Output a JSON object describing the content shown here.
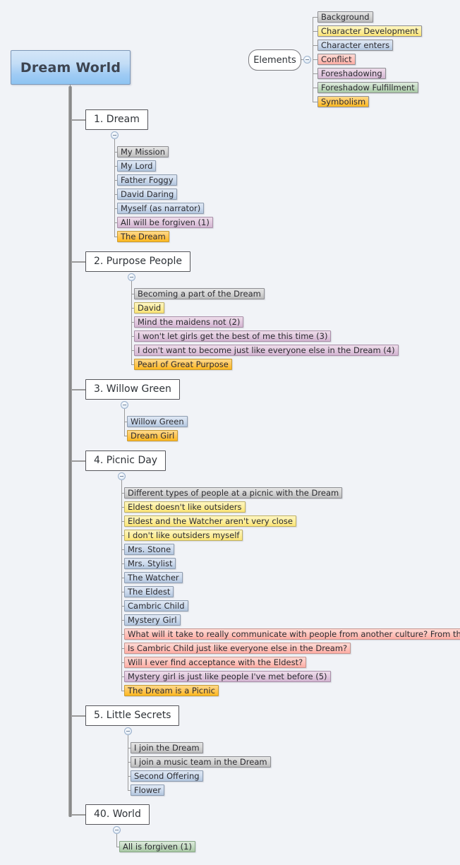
{
  "root": {
    "label": "Dream World"
  },
  "legend": {
    "node_label": "Elements",
    "items": [
      {
        "label": "Background",
        "type": "background"
      },
      {
        "label": "Character Development",
        "type": "chardev"
      },
      {
        "label": "Character enters",
        "type": "charenter"
      },
      {
        "label": "Conflict",
        "type": "conflict"
      },
      {
        "label": "Foreshadowing",
        "type": "foreshadow"
      },
      {
        "label": "Foreshadow Fulfillment",
        "type": "fulfill"
      },
      {
        "label": "Symbolism",
        "type": "symbolism"
      }
    ]
  },
  "colors": {
    "background_swatch": "#d6d6d6",
    "character_development": "#fdefa0",
    "character_enters": "#cfdcee",
    "conflict": "#ffc6bf",
    "foreshadowing": "#e3cbe0",
    "foreshadow_fulfillment": "#c7dcc5",
    "symbolism": "#ffc85d",
    "root_fill": "#9fcbf4",
    "canvas_background": "#f1f3f7",
    "trunk": "#7e7e7e"
  },
  "sections": [
    {
      "title": "1. Dream",
      "children": [
        {
          "label": "My Mission",
          "type": "background"
        },
        {
          "label": "My Lord",
          "type": "charenter"
        },
        {
          "label": "Father Foggy",
          "type": "charenter"
        },
        {
          "label": "David Daring",
          "type": "charenter"
        },
        {
          "label": "Myself (as narrator)",
          "type": "charenter"
        },
        {
          "label": "All will be forgiven (1)",
          "type": "foreshadow"
        },
        {
          "label": "The Dream",
          "type": "symbolism"
        }
      ]
    },
    {
      "title": "2. Purpose People",
      "children": [
        {
          "label": "Becoming a part of the Dream",
          "type": "background"
        },
        {
          "label": "David",
          "type": "chardev"
        },
        {
          "label": "Mind the maidens not (2)",
          "type": "foreshadow"
        },
        {
          "label": "I won't let girls get the best of me this time (3)",
          "type": "foreshadow"
        },
        {
          "label": "I don't want to become just like everyone else in the Dream (4)",
          "type": "foreshadow"
        },
        {
          "label": "Pearl of Great Purpose",
          "type": "symbolism"
        }
      ]
    },
    {
      "title": "3. Willow Green",
      "children": [
        {
          "label": "Willow Green",
          "type": "charenter"
        },
        {
          "label": "Dream Girl",
          "type": "symbolism"
        }
      ]
    },
    {
      "title": "4. Picnic Day",
      "children": [
        {
          "label": "Different types of people at a picnic with the Dream",
          "type": "background"
        },
        {
          "label": "Eldest doesn't like outsiders",
          "type": "chardev"
        },
        {
          "label": "Eldest and the Watcher aren't very close",
          "type": "chardev"
        },
        {
          "label": "I don't like outsiders myself",
          "type": "chardev"
        },
        {
          "label": "Mrs. Stone",
          "type": "charenter"
        },
        {
          "label": "Mrs. Stylist",
          "type": "charenter"
        },
        {
          "label": "The Watcher",
          "type": "charenter"
        },
        {
          "label": "The Eldest",
          "type": "charenter"
        },
        {
          "label": "Cambric Child",
          "type": "charenter"
        },
        {
          "label": "Mystery Girl",
          "type": "charenter"
        },
        {
          "label": "What will it take to really communicate with people from another culture?  From the dream?",
          "type": "conflict"
        },
        {
          "label": "Is Cambric Child just like everyone else in the Dream?",
          "type": "conflict"
        },
        {
          "label": "Will I ever find acceptance with the Eldest?",
          "type": "conflict"
        },
        {
          "label": "Mystery girl is just like people I've met before (5)",
          "type": "foreshadow"
        },
        {
          "label": "The Dream is a Picnic",
          "type": "symbolism"
        }
      ]
    },
    {
      "title": "5. Little Secrets",
      "children": [
        {
          "label": "I join the Dream",
          "type": "background"
        },
        {
          "label": "I join a music team in the Dream",
          "type": "background"
        },
        {
          "label": "Second Offering",
          "type": "charenter"
        },
        {
          "label": "Flower",
          "type": "charenter"
        }
      ]
    },
    {
      "title": "40. World",
      "children": [
        {
          "label": "All is forgiven (1)",
          "type": "fulfill"
        }
      ]
    }
  ]
}
